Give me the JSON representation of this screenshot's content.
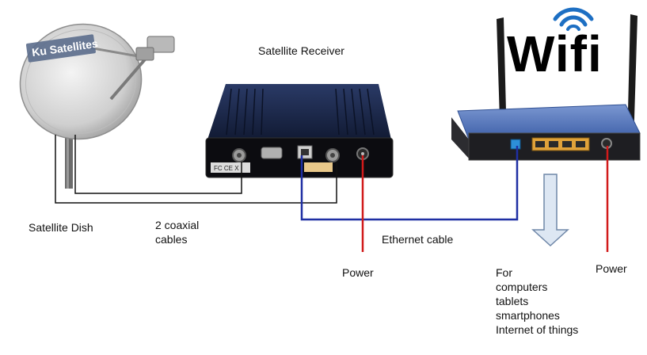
{
  "labels": {
    "satellite_receiver": "Satellite Receiver",
    "satellite_dish": "Satellite Dish",
    "coaxial_line1": "2 coaxial",
    "coaxial_line2": "cables",
    "ethernet_cable": "Ethernet cable",
    "power_receiver": "Power",
    "power_router": "Power",
    "devices": [
      "For",
      "computers",
      "tablets",
      "smartphones",
      "Internet of things"
    ]
  },
  "wifi_logo": {
    "text": "Wifi"
  },
  "dish_logo": {
    "text": "Ku Satellites"
  },
  "receiver_label": {
    "text": "FC CE X"
  },
  "colors": {
    "coax": "#111111",
    "ethernet": "#1f2fa3",
    "power": "#d11a1a",
    "router_blue": "#4a6db5",
    "arrow_fill": "#dde7f3",
    "arrow_stroke": "#6f87a8"
  },
  "icons": {
    "dish": "satellite-dish-icon",
    "receiver": "satellite-receiver-icon",
    "router": "wifi-router-icon",
    "arrow": "down-arrow-icon",
    "wifi": "wifi-signal-icon"
  }
}
